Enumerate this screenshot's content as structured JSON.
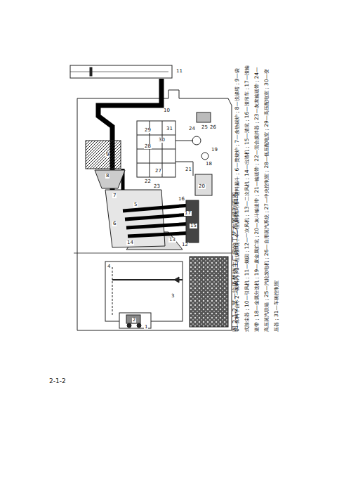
{
  "diagram": {
    "title": "图 2-1-2 某一垃圾焚烧主厂房的工艺布置横剖面图",
    "caption": "1—卸料平台；2—卸料门；3—垃圾贮坑；4—垃圾吊车；5—进料漏斗；6—焚烧炉；7—余热锅炉；8—洗涤塔；9—袋式除尘器；10—引风机；11—烟囱；12—一次风机；13—二次风机；14—出渣机；15—渣坑；16—渣吊车；17—渣输送带；18—金属分选机；19—废金属贮坑；20—灰斗输送带；21—输送带；22—混合搅拌器；23—灰浆输送带；24—高压蒸汽联箱；25—汽轮发电机；26—自用蒸汽系统；27—中央控制室；28—低压配电室；29—高压配电室；30—变压器；31—车辆控制室",
    "labels": [
      "2-1-2",
      "1",
      "2",
      "3",
      "4",
      "5",
      "6",
      "7",
      "8",
      "9",
      "10",
      "11",
      "12",
      "13",
      "14",
      "15",
      "16",
      "17",
      "18",
      "19",
      "20",
      "21",
      "22",
      "23",
      "24",
      "25",
      "26",
      "27",
      "28",
      "29",
      "30",
      "31"
    ]
  }
}
